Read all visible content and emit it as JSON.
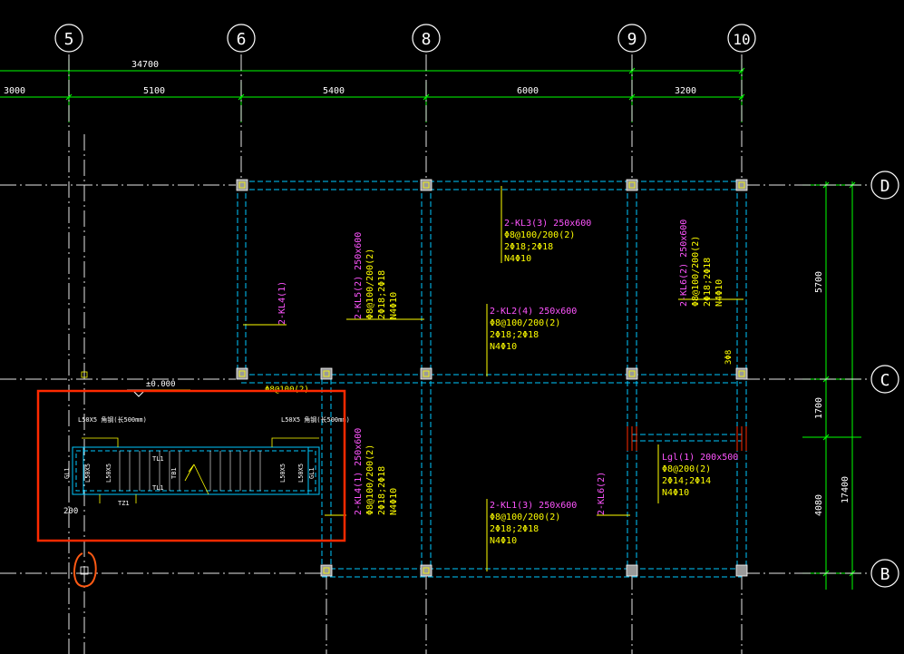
{
  "axes_top": [
    {
      "label": "5"
    },
    {
      "label": "6"
    },
    {
      "label": "8"
    },
    {
      "label": "9"
    },
    {
      "label": "10"
    }
  ],
  "axes_right": [
    {
      "label": "D"
    },
    {
      "label": "C"
    },
    {
      "label": "B"
    }
  ],
  "dims_top": {
    "total": "34700",
    "segments": [
      "3000",
      "5100",
      "5400",
      "6000",
      "3200"
    ]
  },
  "dims_right": {
    "segments": [
      "5700",
      "1700",
      "4080"
    ],
    "total": "17400"
  },
  "annotations": {
    "elevation": "±0.000",
    "stirrup_note": "Φ8@100(2)",
    "stirrup_note2": "3Φ8",
    "dim_200": "200",
    "angle_left": "L50X5 角钢(长500mm)",
    "angle_right": "L50X5 角钢(长500mm)",
    "tz": "TZ1",
    "tl_top": "TL1",
    "tl_bottom": "TL1",
    "tb": "TB1",
    "gl_left": "GL1",
    "gl_right": "GL1",
    "l50_1": "L50X5",
    "l50_2": "L50X5",
    "l50_3": "L50X5",
    "l50_4": "L50X5"
  },
  "beams": {
    "kl3": {
      "name": "2-KL3(3) 250x600",
      "l1": "Φ8@100/200(2)",
      "l2": "2Φ18;2Φ18",
      "l3": "N4Φ10"
    },
    "kl2": {
      "name": "2-KL2(4) 250x600",
      "l1": "Φ8@100/200(2)",
      "l2": "2Φ18;2Φ18",
      "l3": "N4Φ10"
    },
    "kl1": {
      "name": "2-KL1(3) 250x600",
      "l1": "Φ8@100/200(2)",
      "l2": "2Φ18;2Φ18",
      "l3": "N4Φ10"
    },
    "lgl1": {
      "name": "Lgl(1) 200x500",
      "l1": "Φ8@200(2)",
      "l2": "2Φ14;2Φ14",
      "l3": "N4Φ10"
    },
    "kl5": {
      "name": "2-KL5(2) 250x600",
      "l1": "Φ8@100/200(2)",
      "l2": "2Φ18;2Φ18",
      "l3": "N4Φ10"
    },
    "kl6_upper": {
      "name": "2-KL6(2) 250x600",
      "l1": "Φ8@100/200(2)",
      "l2": "2Φ18;2Φ18",
      "l3": "N4Φ10"
    },
    "kl4_left": {
      "name": "2-KL4(1) 250x600",
      "l1": "Φ8@100/200(2)",
      "l2": "2Φ18;2Φ18",
      "l3": "N4Φ10"
    },
    "kl4_upper": {
      "name": "2-KL4(1)"
    },
    "kl6_lower": {
      "name": "2-KL6(2)"
    }
  },
  "colors": {
    "background": "#000000",
    "axis_line": "#ffffff",
    "dim_line": "#00ff00",
    "beam": "#00c8ff",
    "beam_label": "#ff55ff",
    "rebar_text": "#ffff00",
    "column": "#c8c8c8",
    "highlight": "#ff2a00"
  }
}
